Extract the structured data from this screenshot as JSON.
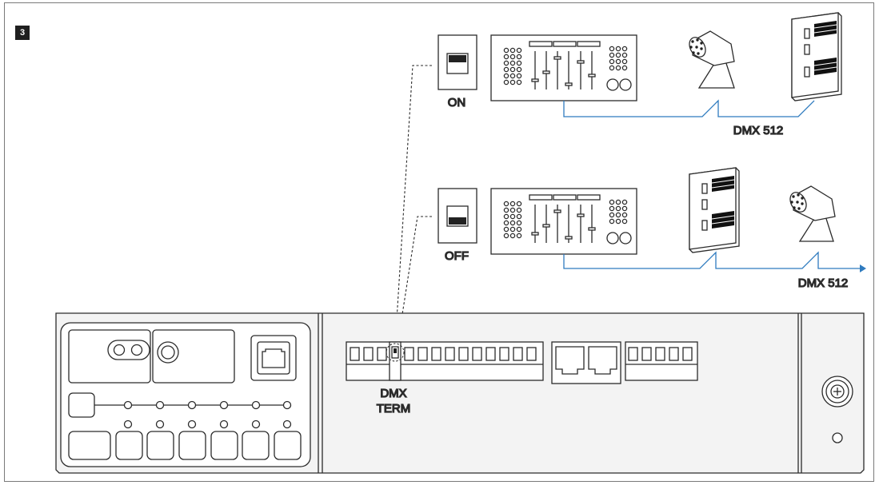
{
  "step_number": "3",
  "top_switch_label": "ON",
  "bottom_switch_label": "OFF",
  "top_dmx_label": "DMX 512",
  "bottom_dmx_label": "DMX 512",
  "term_label_line1": "DMX",
  "term_label_line2": "TERM",
  "colors": {
    "line": "#2b2b2b",
    "dmx_cable": "#2f7bbf",
    "panel_fill": "#f3f3f3",
    "badge": "#1f1f1f"
  },
  "icons": [
    "dip-switch-icon",
    "lighting-console-icon",
    "spotlight-icon",
    "dmx-panel-icon",
    "rj45-port-icon",
    "screw-terminal-icon"
  ]
}
